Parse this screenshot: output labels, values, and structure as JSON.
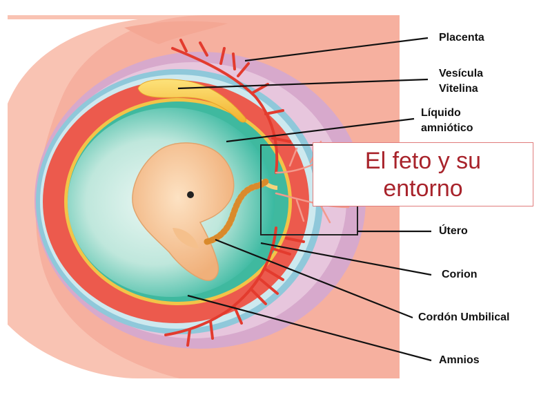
{
  "title": {
    "line1": "El feto y su",
    "line2": "entorno"
  },
  "labels": {
    "placenta": "Placenta",
    "vesicula_line1": "Vesícula",
    "vesicula_line2": "Vitelina",
    "liquido_line1": "Líquido",
    "liquido_line2": "amniótico",
    "utero": "Útero",
    "corion": "Corion",
    "cordon": "Cordón Umbilical",
    "amnios": "Amnios"
  },
  "colors": {
    "uterus": "#f6b5a6",
    "uterine_wall": "#e8534a",
    "placenta": "#d9a8c9",
    "chorion_ring": "#8fc4d8",
    "amniotic_fluid": "#33b8a0",
    "yolk_sac": "#f5c243",
    "embryo": "#f7c99a",
    "title_text": "#a8232b"
  }
}
